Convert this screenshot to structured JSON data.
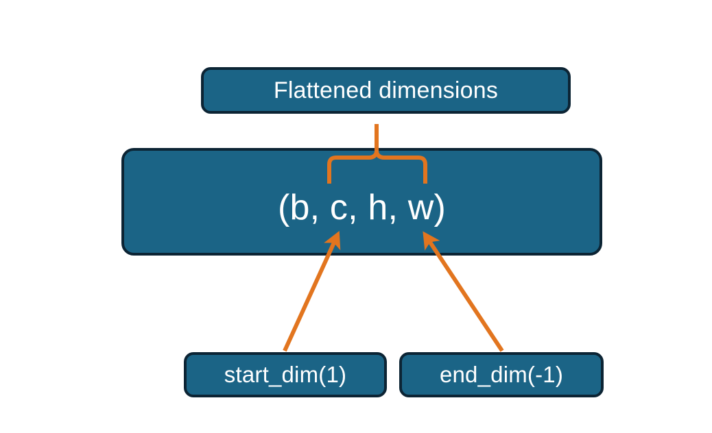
{
  "diagram": {
    "title_node": {
      "label": "Flattened dimensions"
    },
    "shape_node": {
      "label": "(b, c, h, w)"
    },
    "start_node": {
      "label": "start_dim(1)"
    },
    "end_node": {
      "label": "end_dim(-1)"
    },
    "colors": {
      "background": "#ffffff",
      "node_fill": "#1b6486",
      "node_border": "#0c2434",
      "node_text": "#ffffff",
      "accent": "#e2751f"
    },
    "connectors": {
      "brace": {
        "name": "curly-brace-over-c-h-w",
        "from_label": "(b, c, h, w)",
        "to_label": "Flattened dimensions"
      },
      "arrow_start": {
        "name": "arrow-start-dim-to-c",
        "from_label": "start_dim(1)",
        "to_label": "c"
      },
      "arrow_end": {
        "name": "arrow-end-dim-to-w",
        "from_label": "end_dim(-1)",
        "to_label": "w"
      }
    }
  }
}
